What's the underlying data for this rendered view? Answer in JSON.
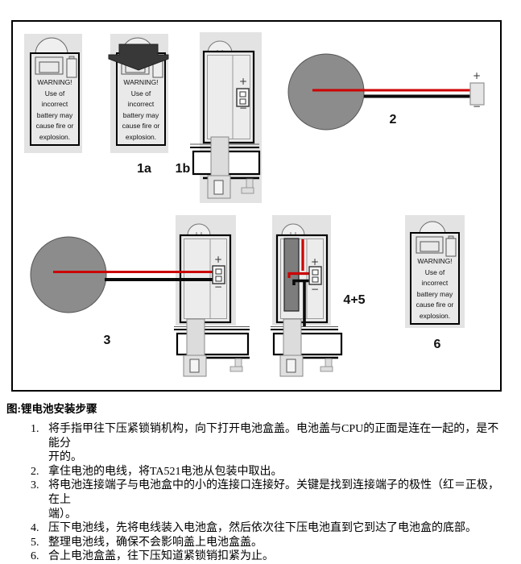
{
  "figure": {
    "caption": "图:锂电池安装步骤",
    "warning_label_text": "WARNING!\nUse of\nincorrect\nbattery may\ncause fire or\nexplosion.",
    "step_labels": {
      "label_1a": "1a",
      "label_1b": "1b",
      "label_2": "2",
      "label_3": "3",
      "label_45": "4+5",
      "label_6": "6"
    },
    "polarity": {
      "plus": "+",
      "minus": "−"
    },
    "colors": {
      "wire_red": "#cc0000",
      "wire_black": "#0a0a0a",
      "battery_gray": "#8c8c8c",
      "panel_gray": "#e3e3e3"
    }
  },
  "steps": {
    "items": [
      {
        "num": "1.",
        "text": "将手指甲往下压紧锁销机构，向下打开电池盒盖。电池盖与CPU的正面是连在一起的，是不能分\n开的。"
      },
      {
        "num": "2.",
        "text": "拿住电池的电线，将TA521电池从包装中取出。"
      },
      {
        "num": "3.",
        "text": "将电池连接端子与电池盒中的小的连接口连接好。关键是找到连接端子的极性（红＝正极，在上\n端）。"
      },
      {
        "num": "4.",
        "text": "压下电池线，先将电线装入电池盒，然后依次往下压电池直到它到达了电池盒的底部。"
      },
      {
        "num": "5.",
        "text": "整理电池线，确保不会影响盖上电池盒盖。"
      },
      {
        "num": "6.",
        "text": "合上电池盒盖，往下压知道紧锁销扣紧为止。"
      }
    ]
  }
}
